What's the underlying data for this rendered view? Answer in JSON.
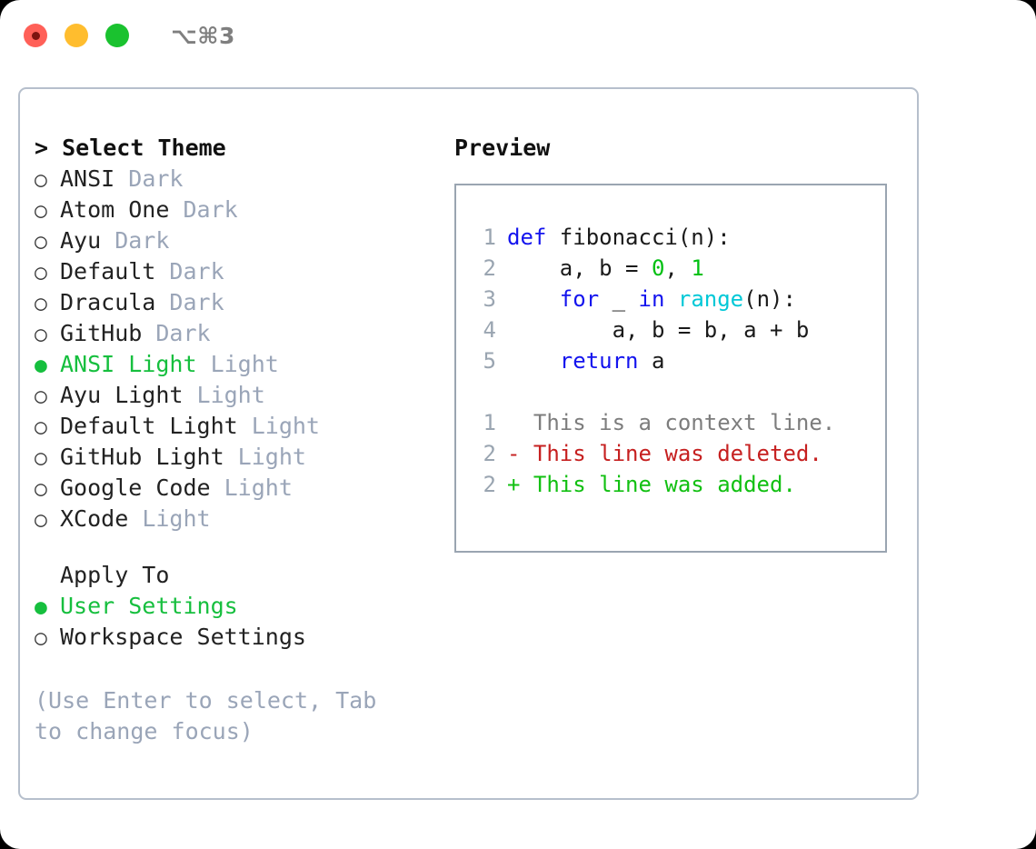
{
  "titlebar": {
    "shortcut": "⌥⌘3",
    "lights": [
      "close",
      "minimize",
      "maximize"
    ]
  },
  "left_pane": {
    "heading": "> Select Theme",
    "themes": [
      {
        "marker": "○",
        "name": "ANSI",
        "suffix": "Dark",
        "selected": false
      },
      {
        "marker": "○",
        "name": "Atom One",
        "suffix": "Dark",
        "selected": false
      },
      {
        "marker": "○",
        "name": "Ayu",
        "suffix": "Dark",
        "selected": false
      },
      {
        "marker": "○",
        "name": "Default",
        "suffix": "Dark",
        "selected": false
      },
      {
        "marker": "○",
        "name": "Dracula",
        "suffix": "Dark",
        "selected": false
      },
      {
        "marker": "○",
        "name": "GitHub",
        "suffix": "Dark",
        "selected": false
      },
      {
        "marker": "●",
        "name": "ANSI Light",
        "suffix": "Light",
        "selected": true
      },
      {
        "marker": "○",
        "name": "Ayu Light",
        "suffix": "Light",
        "selected": false
      },
      {
        "marker": "○",
        "name": "Default Light",
        "suffix": "Light",
        "selected": false
      },
      {
        "marker": "○",
        "name": "GitHub Light",
        "suffix": "Light",
        "selected": false
      },
      {
        "marker": "○",
        "name": "Google Code",
        "suffix": "Light",
        "selected": false
      },
      {
        "marker": "○",
        "name": "XCode",
        "suffix": "Light",
        "selected": false
      }
    ],
    "apply_to": {
      "title": "Apply To",
      "options": [
        {
          "marker": "●",
          "name": "User Settings",
          "selected": true
        },
        {
          "marker": "○",
          "name": "Workspace Settings",
          "selected": false
        }
      ]
    },
    "hint": "(Use Enter to select, Tab to change focus)"
  },
  "right_pane": {
    "title": "Preview",
    "code_lines": [
      {
        "ln": "1",
        "tokens": [
          {
            "t": "def",
            "c": "kw"
          },
          {
            "t": " fibonacci(n):",
            "c": "code-text"
          }
        ]
      },
      {
        "ln": "2",
        "tokens": [
          {
            "t": "    a, b = ",
            "c": "code-text"
          },
          {
            "t": "0",
            "c": "num"
          },
          {
            "t": ", ",
            "c": "code-text"
          },
          {
            "t": "1",
            "c": "num"
          }
        ]
      },
      {
        "ln": "3",
        "tokens": [
          {
            "t": "    ",
            "c": "code-text"
          },
          {
            "t": "for",
            "c": "kw"
          },
          {
            "t": " _ ",
            "c": "code-text"
          },
          {
            "t": "in",
            "c": "kw"
          },
          {
            "t": " ",
            "c": "code-text"
          },
          {
            "t": "range",
            "c": "bi"
          },
          {
            "t": "(n):",
            "c": "code-text"
          }
        ]
      },
      {
        "ln": "4",
        "tokens": [
          {
            "t": "        a, b = b, a + b",
            "c": "code-text"
          }
        ]
      },
      {
        "ln": "5",
        "tokens": [
          {
            "t": "    ",
            "c": "code-text"
          },
          {
            "t": "return",
            "c": "kw"
          },
          {
            "t": " a",
            "c": "code-text"
          }
        ]
      }
    ],
    "diff_lines": [
      {
        "ln": "1",
        "marker": " ",
        "text": " This is a context line.",
        "kind": "diff-ctx"
      },
      {
        "ln": "2",
        "marker": "-",
        "text": " This line was deleted.",
        "kind": "diff-del"
      },
      {
        "ln": "2",
        "marker": "+",
        "text": " This line was added.",
        "kind": "diff-add"
      }
    ]
  },
  "colors": {
    "accent_green": "#16bf3e",
    "muted_grey": "#9aa5b8",
    "keyword_blue": "#1414ee",
    "number_green": "#00c012",
    "builtin_cyan": "#00c8d7",
    "diff_delete_red": "#c62020",
    "diff_add_green": "#12c012",
    "card_border": "#b6bfcc",
    "preview_border": "#9aa5b1"
  }
}
